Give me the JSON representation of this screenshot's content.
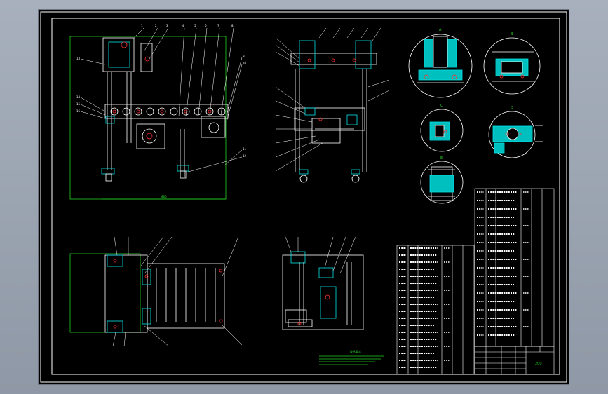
{
  "viewer": {
    "background": "#9aa3b0",
    "sheet_color": "#000000"
  },
  "colors": {
    "line": "#ffffff",
    "accent": "#00e5e5",
    "dimension": "#22d022",
    "highlight": "#ff3030",
    "leader": "#ffffff"
  },
  "drawing": {
    "views": [
      {
        "name": "front-view"
      },
      {
        "name": "side-view"
      },
      {
        "name": "top-view"
      },
      {
        "name": "bottom-right-view"
      }
    ],
    "details": [
      {
        "name": "detail-a",
        "label": "A"
      },
      {
        "name": "detail-b",
        "label": "B"
      },
      {
        "name": "detail-c",
        "label": "C"
      },
      {
        "name": "detail-d",
        "label": "D"
      },
      {
        "name": "detail-e",
        "label": "E"
      }
    ],
    "dimension_label": "880",
    "notes_title": "技术要求",
    "title_block_code": "200"
  }
}
